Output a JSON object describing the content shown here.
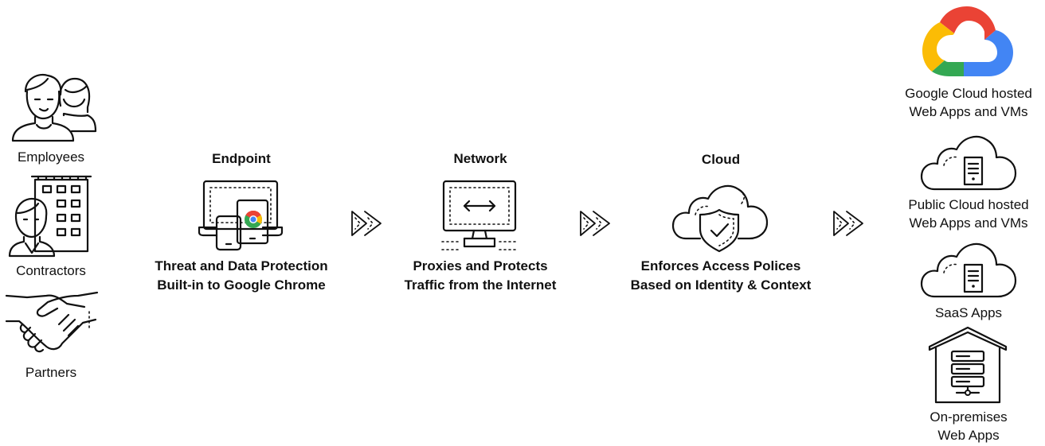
{
  "users": {
    "employees": "Employees",
    "contractors": "Contractors",
    "partners": "Partners"
  },
  "stages": {
    "endpoint": {
      "title": "Endpoint",
      "caption_line1": "Threat and Data Protection",
      "caption_line2": "Built-in to Google Chrome"
    },
    "network": {
      "title": "Network",
      "caption_line1": "Proxies and Protects",
      "caption_line2": "Traffic from the Internet"
    },
    "cloud": {
      "title": "Cloud",
      "caption_line1": "Enforces Access Polices",
      "caption_line2": "Based on Identity & Context"
    }
  },
  "targets": {
    "gcp_line1": "Google Cloud hosted",
    "gcp_line2": "Web Apps and VMs",
    "public_line1": "Public Cloud hosted",
    "public_line2": "Web Apps and VMs",
    "saas": "SaaS Apps",
    "onprem_line1": "On-premises",
    "onprem_line2": "Web Apps"
  },
  "colors": {
    "google_red": "#EA4335",
    "google_blue": "#4285F4",
    "google_yellow": "#FBBC05",
    "google_green": "#34A853",
    "line": "#111111"
  }
}
